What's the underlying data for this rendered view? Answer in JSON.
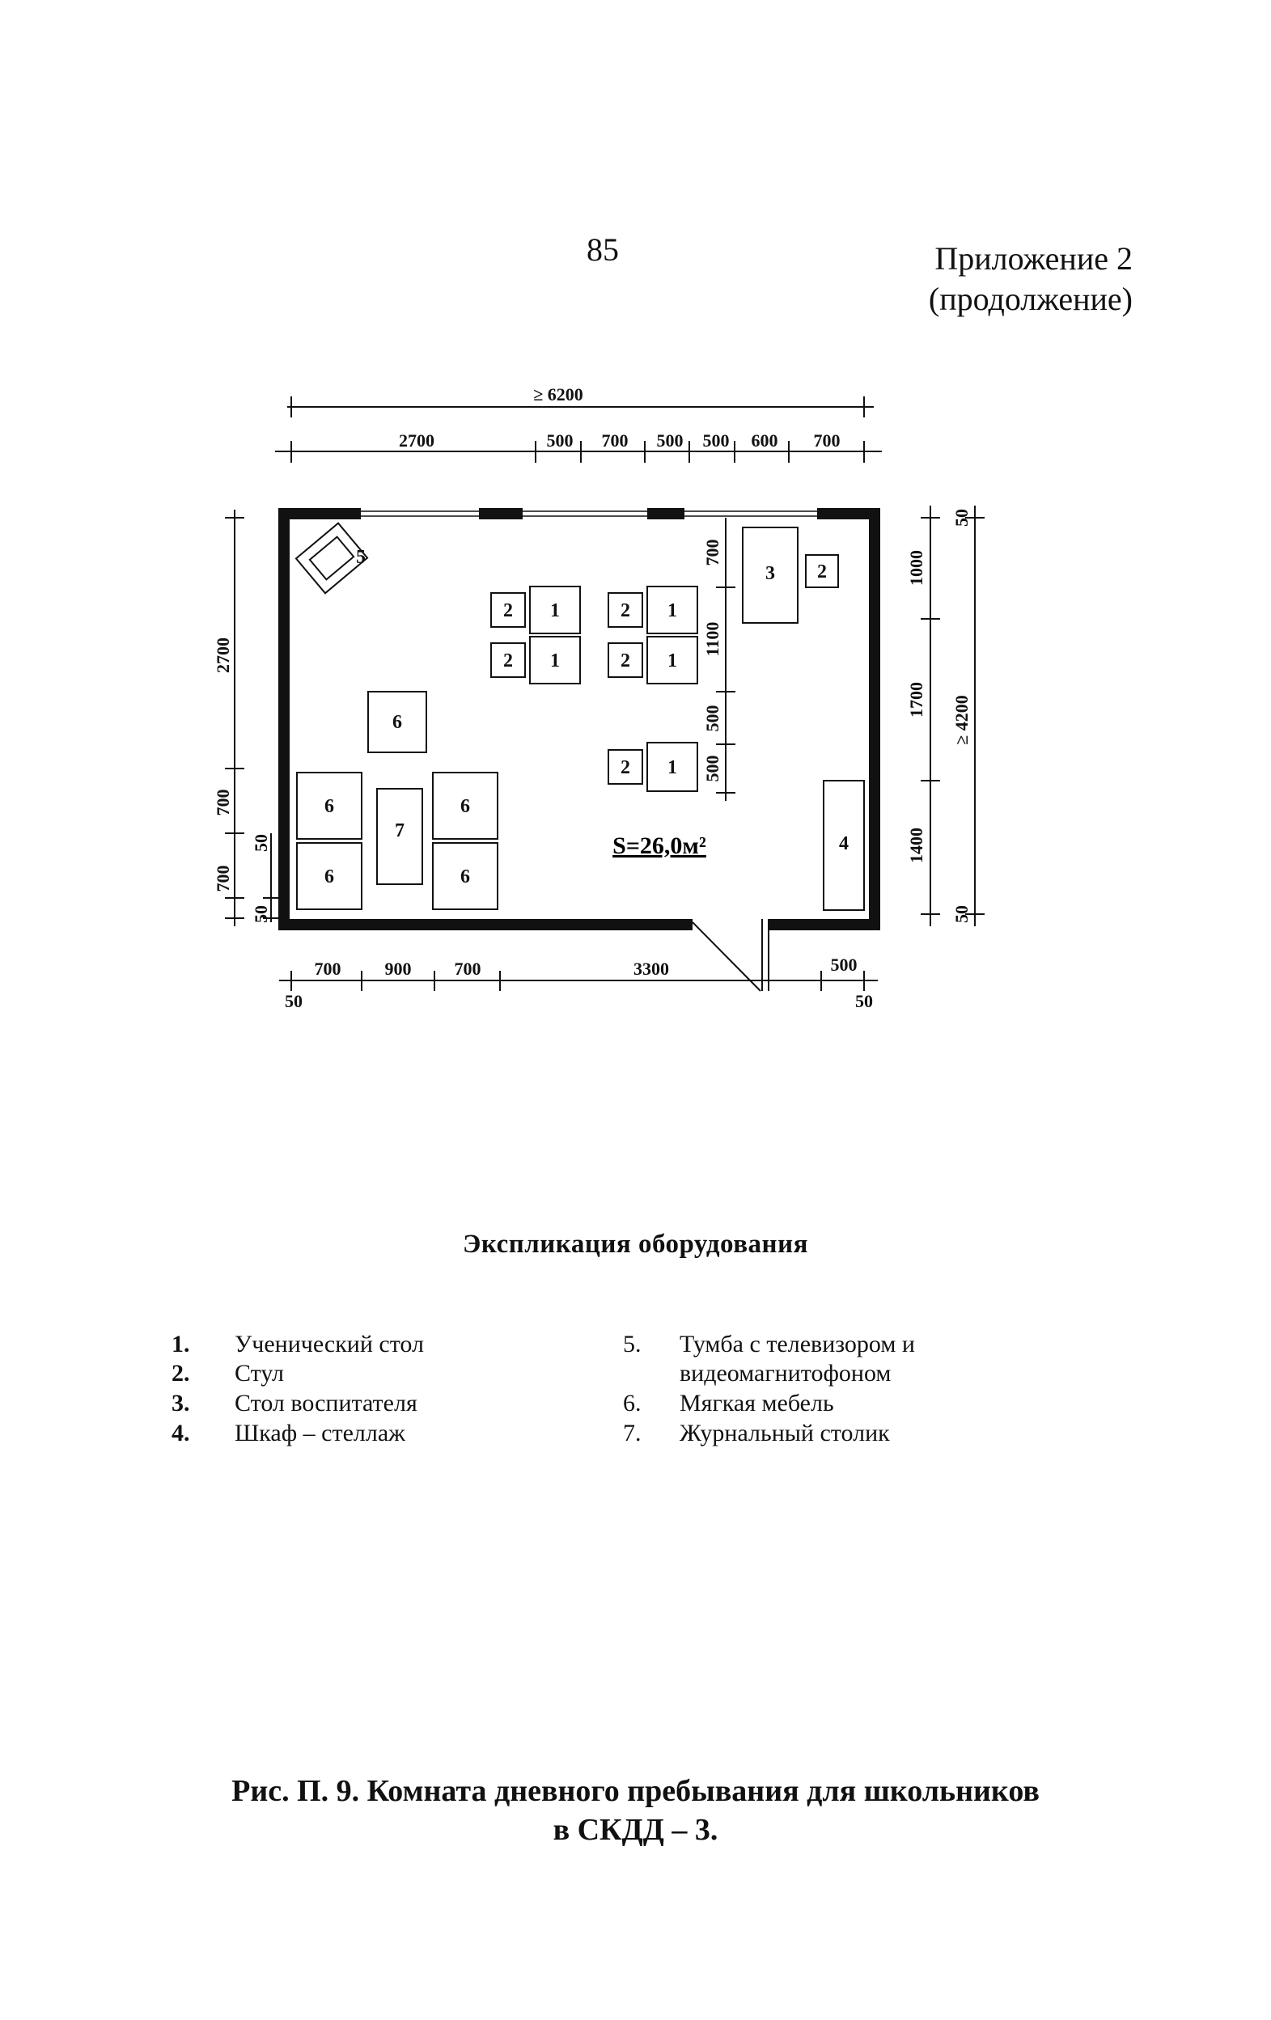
{
  "header": {
    "page_number": "85",
    "appendix_line1": "Приложение 2",
    "appendix_line2": "(продолжение)"
  },
  "plan": {
    "dims_top_total": "≥ 6200",
    "dims_top": [
      "2700",
      "500",
      "700",
      "500",
      "500",
      "600",
      "700"
    ],
    "dims_left": [
      "2700",
      "700",
      "700"
    ],
    "dims_left_inner": [
      "50",
      "50"
    ],
    "dims_right": [
      "1000",
      "1700",
      "1400"
    ],
    "dims_right_small": [
      "50",
      "50"
    ],
    "dims_right_total": "≥ 4200",
    "dims_bottom": [
      "700",
      "900",
      "700",
      "3300",
      "500"
    ],
    "dims_bottom_small": [
      "50",
      "50"
    ],
    "area": "S=26,0м²",
    "inner_dims": [
      "700",
      "1100",
      "500",
      "500"
    ],
    "furniture_labels": {
      "desk": "1",
      "chair": "2",
      "teacher_desk": "3",
      "cabinet": "4",
      "tv_stand": "5",
      "soft_furniture": "6",
      "coffee_table": "7"
    }
  },
  "legend": {
    "title": "Экспликация оборудования",
    "items": [
      {
        "n": "1.",
        "text": "Ученический стол"
      },
      {
        "n": "2.",
        "text": "Стул"
      },
      {
        "n": "3.",
        "text": "Стол воспитателя"
      },
      {
        "n": "4.",
        "text": "Шкаф – стеллаж"
      },
      {
        "n": "5.",
        "text": "Тумба с телевизором и"
      },
      {
        "n": "",
        "text": "видеомагнитофоном"
      },
      {
        "n": "6.",
        "text": "Мягкая мебель"
      },
      {
        "n": "7.",
        "text": "Журнальный столик"
      }
    ]
  },
  "caption": {
    "line1": "Рис. П. 9.  Комната дневного пребывания для школьников",
    "line2": "в СКДД – 3."
  }
}
